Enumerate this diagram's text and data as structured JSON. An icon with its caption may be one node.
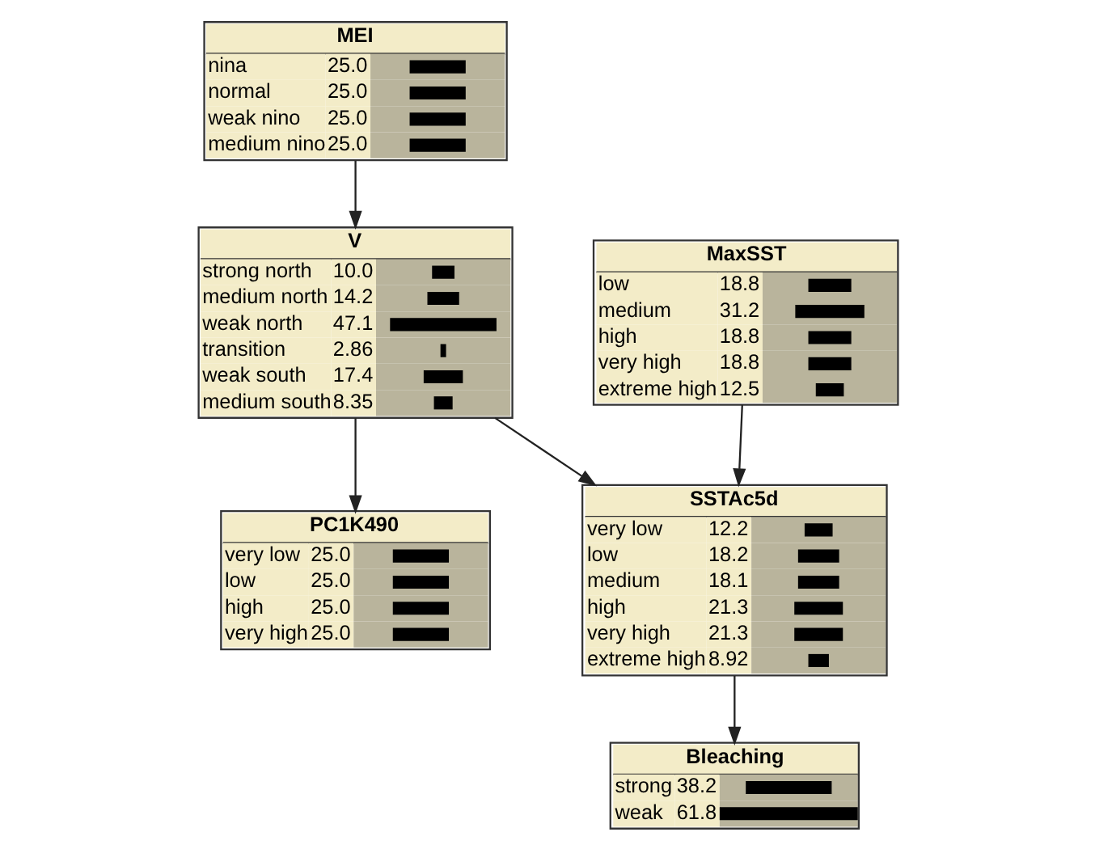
{
  "diagram": {
    "nodes": [
      {
        "text": [
          "MEI",
          "nina",
          "25.0",
          "normal",
          "25.0",
          "weak nino",
          "25.0",
          "medium nino",
          "25.0"
        ]
      },
      {
        "text": [
          "V",
          "strong north",
          "10.0",
          "medium north",
          "14.2",
          "weak north",
          "47.1",
          "transition",
          "2.86",
          "weak south",
          "17.4",
          "medium south",
          "8.35"
        ]
      },
      {
        "text": [
          "MaxSST",
          "low",
          "18.8",
          "medium",
          "31.2",
          "high",
          "18.8",
          "very high",
          "18.8",
          "extreme high",
          "12.5"
        ]
      },
      {
        "text": [
          "PC1K490",
          "very low",
          "25.0",
          "low",
          "25.0",
          "high",
          "25.0",
          "very high",
          "25.0"
        ]
      },
      {
        "text": [
          "SSTAc5d",
          "very low",
          "12.2",
          "low",
          "18.2",
          "medium",
          "18.1",
          "high",
          "21.3",
          "very high",
          "21.3",
          "extreme high",
          "8.92"
        ]
      },
      {
        "text": [
          "Bleaching",
          "strong",
          "38.2",
          "weak",
          "61.8"
        ]
      }
    ],
    "edges": [
      {
        "from": 0,
        "to": 1,
        "arrow": "to"
      },
      {
        "from": 1,
        "to": 3,
        "arrow": "to"
      },
      {
        "from": 1,
        "to": 4,
        "arrow": "to"
      },
      {
        "from": 2,
        "to": 4,
        "arrow": "to"
      },
      {
        "from": 4,
        "to": 5,
        "arrow": "to"
      }
    ]
  }
}
